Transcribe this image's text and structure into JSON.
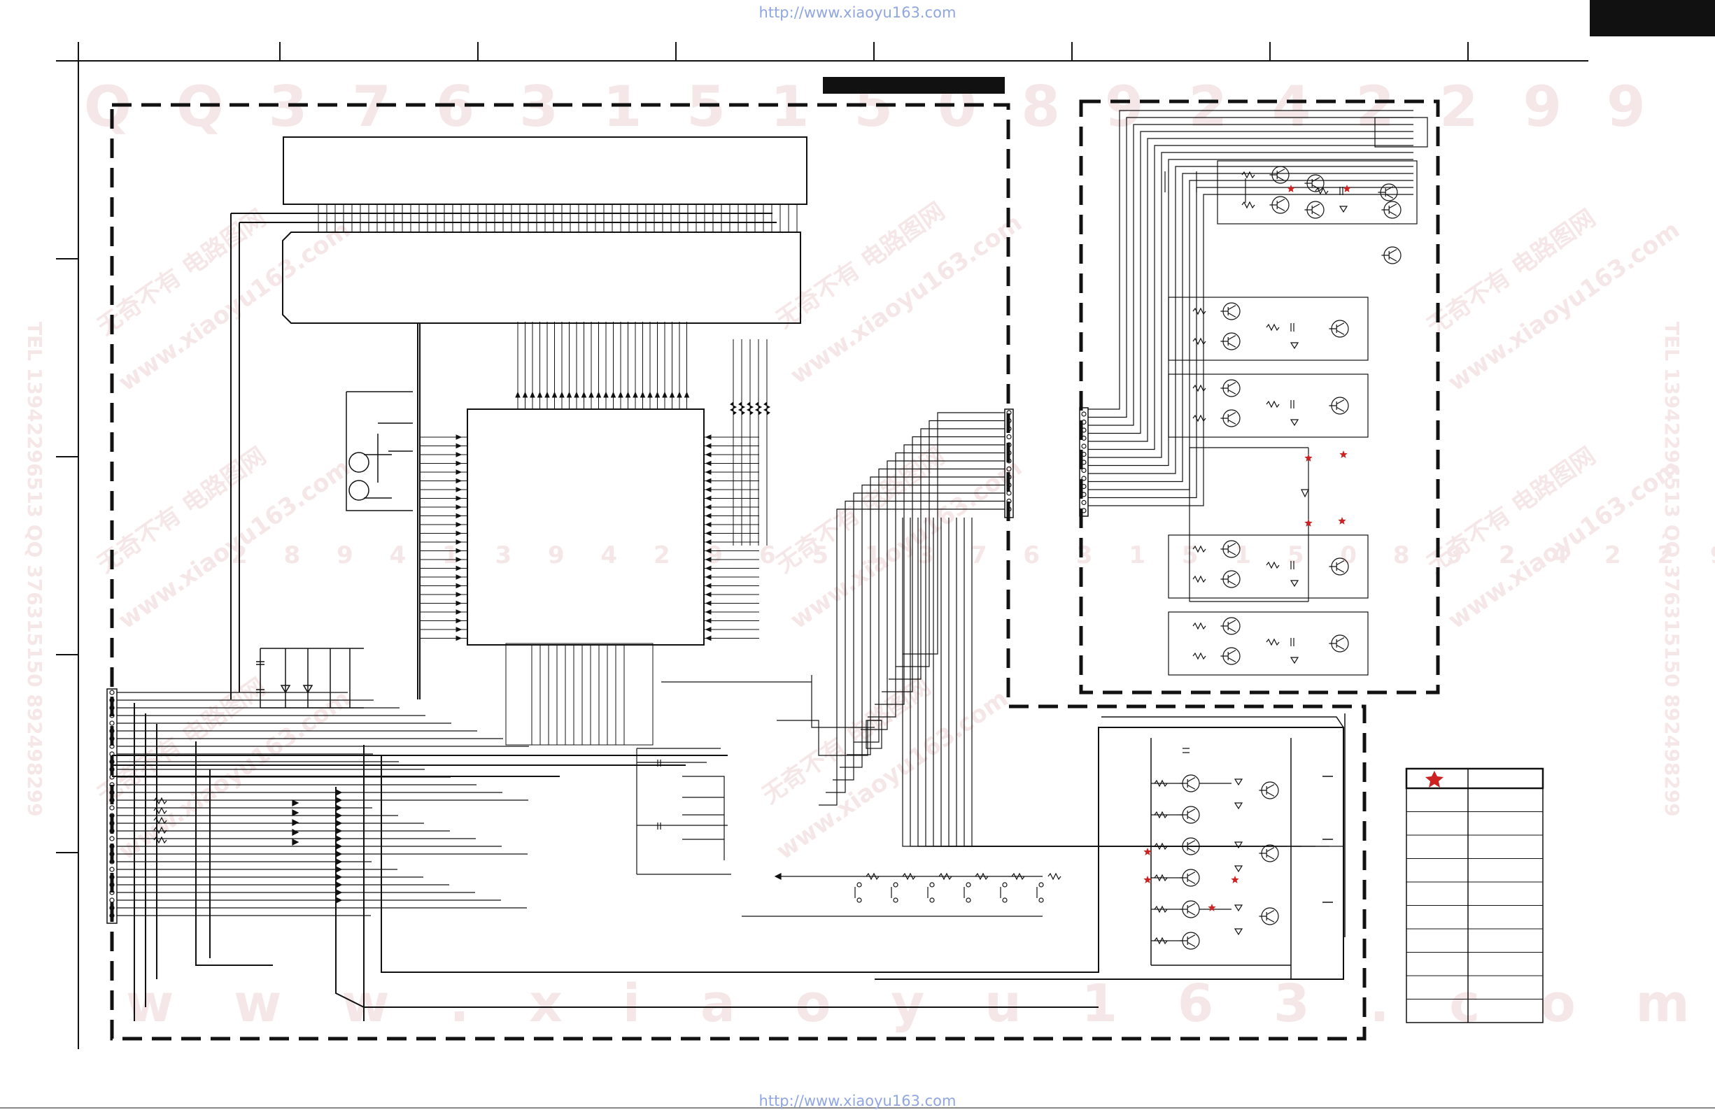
{
  "header": {
    "url_top": "http://www.xiaoyu163.com",
    "url_bottom": "http://www.xiaoyu163.com"
  },
  "watermarks": {
    "row_top": "Q Q   3 7 6 3 1 5 1 5 0     8 9 2 4 2 2 9 9",
    "row_mid": "2 8 9 4 1 3 9 4 2 9 6 5 1 3     7 6 3 1 5 1 5 0 8 9 2 4 2 2 9 8",
    "row_bottom": "w w w . x i a o y u 1 6 3 . c o m",
    "diag_cn": "无奇不有 电路图网",
    "diag_url": "www.xiaoyu163.com",
    "side": "TEL 13942296513 QQ 376315150 892498299"
  },
  "colors": {
    "line": "#111111",
    "watermark": "#f5e7e7",
    "star": "#cc2222",
    "link": "#8fa6e0"
  },
  "legend": {
    "symbol": "star-icon",
    "rows": 10
  }
}
